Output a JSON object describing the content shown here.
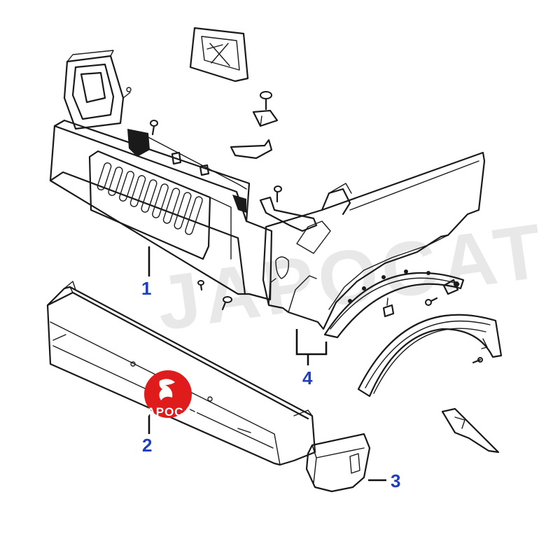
{
  "diagram": {
    "watermark_text": "JAPOCAT",
    "logo": {
      "text": "JAPOCAT",
      "color": "#e01b1b"
    },
    "callout_color": "#1f3fbf",
    "callouts": [
      {
        "label": "1",
        "part": "grille panel"
      },
      {
        "label": "2",
        "part": "front bumper"
      },
      {
        "label": "3",
        "part": "bumper end cap"
      },
      {
        "label": "4",
        "part": "front fender / wheel arch"
      }
    ]
  }
}
